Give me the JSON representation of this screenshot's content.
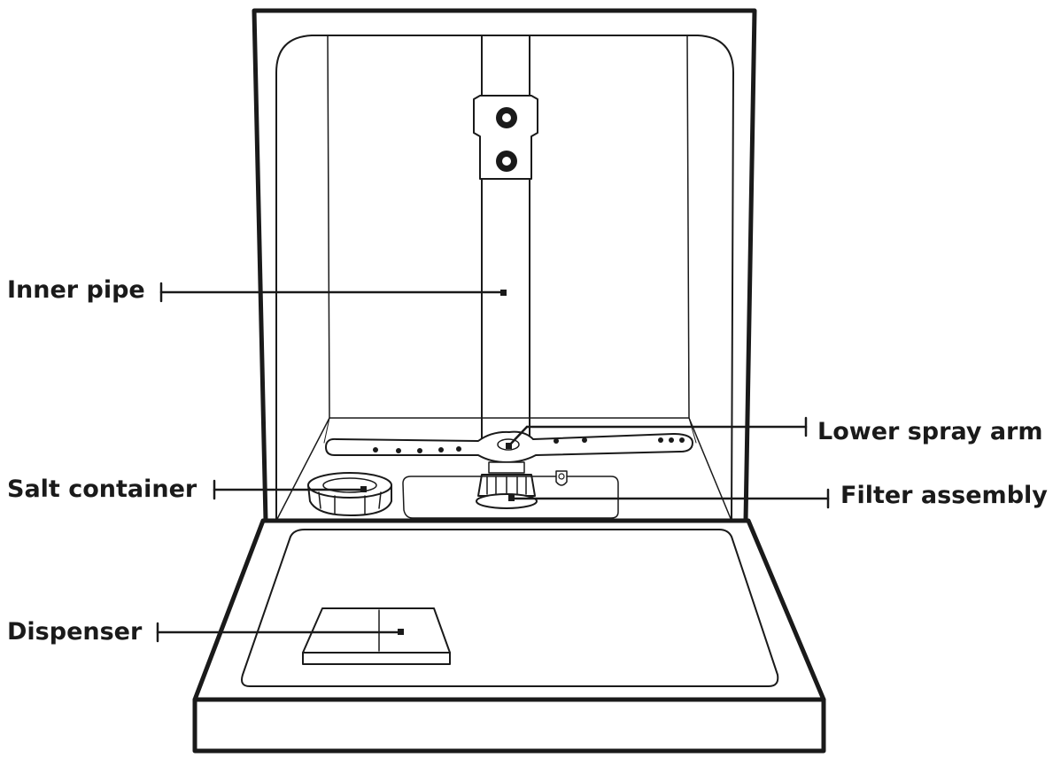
{
  "callouts": {
    "inner_pipe": "Inner pipe",
    "salt_container": "Salt container",
    "dispenser": "Dispenser",
    "lower_spray_arm": "Lower spray arm",
    "filter_assembly": "Filter assembly"
  },
  "colors": {
    "stroke": "#1a1a1a",
    "background": "#ffffff"
  }
}
